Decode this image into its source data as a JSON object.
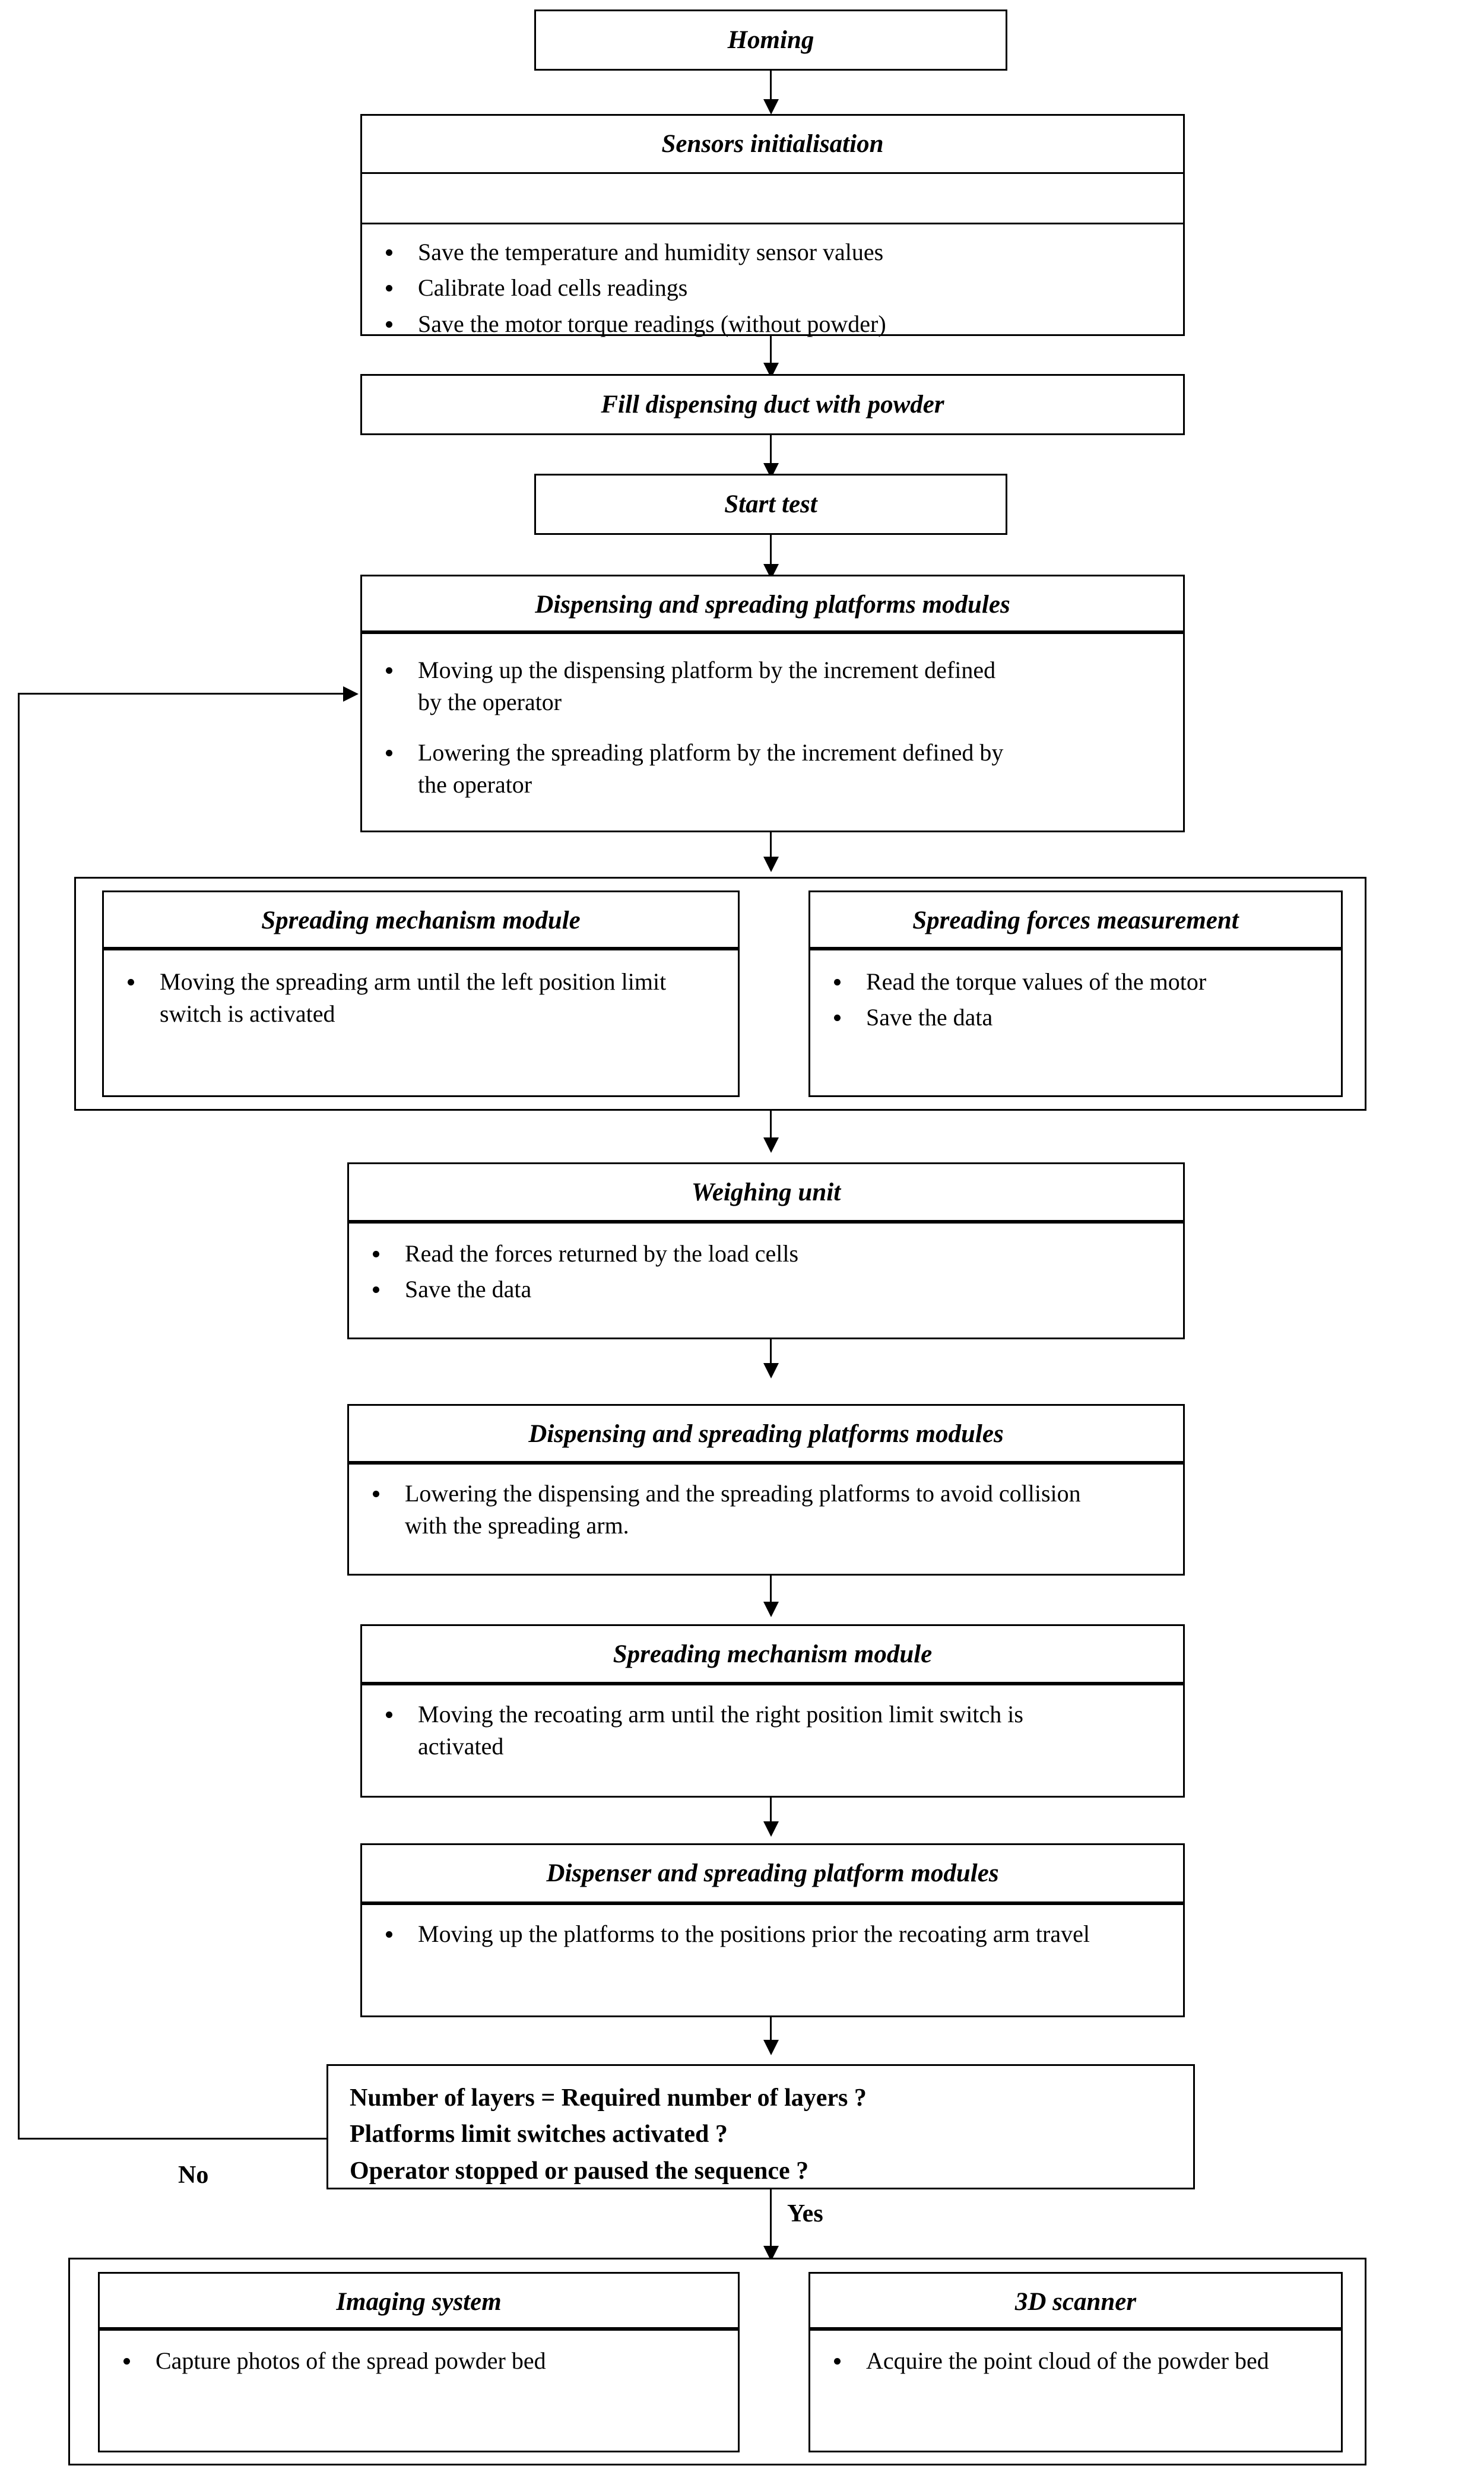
{
  "diagram": {
    "title": "Powder spreading test sequence flowchart",
    "edge_labels": {
      "no": "No",
      "yes": "Yes"
    },
    "nodes": {
      "homing": {
        "title": "Homing"
      },
      "sensors_init": {
        "title": "Sensors initialisation",
        "items": [
          "Save the temperature and humidity sensor values",
          "Calibrate load cells readings",
          "Save the motor torque readings  (without powder)"
        ]
      },
      "fill_duct": {
        "title": "Fill dispensing duct with powder"
      },
      "start_test": {
        "title": "Start test"
      },
      "platforms_1": {
        "title": "Dispensing and spreading platforms modules",
        "items": [
          "Moving up the dispensing  platform by the increment defined by the operator",
          "Lowering the spreading platform by the increment defined by the operator"
        ]
      },
      "spread_mech_1": {
        "title": "Spreading mechanism module",
        "items": [
          "Moving the spreading  arm until the left position limit switch is activated"
        ]
      },
      "spread_forces": {
        "title": "Spreading forces measurement",
        "items": [
          "Read the torque values of the motor",
          "Save the data"
        ]
      },
      "weighing": {
        "title": "Weighing unit",
        "items": [
          "Read the forces returned by the load cells",
          "Save the data"
        ]
      },
      "platforms_2": {
        "title": "Dispensing and spreading platforms modules",
        "items": [
          "Lowering the dispensing  and the spreading platforms to avoid collision with the spreading  arm."
        ]
      },
      "spread_mech_2": {
        "title": "Spreading mechanism module",
        "items": [
          "Moving the recoating arm until the right position limit switch is activated"
        ]
      },
      "dispenser_3": {
        "title": "Dispenser and spreading platform modules",
        "items": [
          "Moving up the platforms to the positions prior the recoating arm travel"
        ]
      },
      "decision": {
        "line1": "Number of layers = Required  number of layers ?",
        "line2": "Platforms limit switches activated ?",
        "line3": "Operator stopped or paused the sequence ?"
      },
      "imaging": {
        "title": "Imaging system",
        "items": [
          "Capture photos of the spread powder bed"
        ]
      },
      "scanner_3d": {
        "title": "3D scanner",
        "items": [
          "Acquire the point cloud of the powder bed"
        ]
      }
    }
  }
}
